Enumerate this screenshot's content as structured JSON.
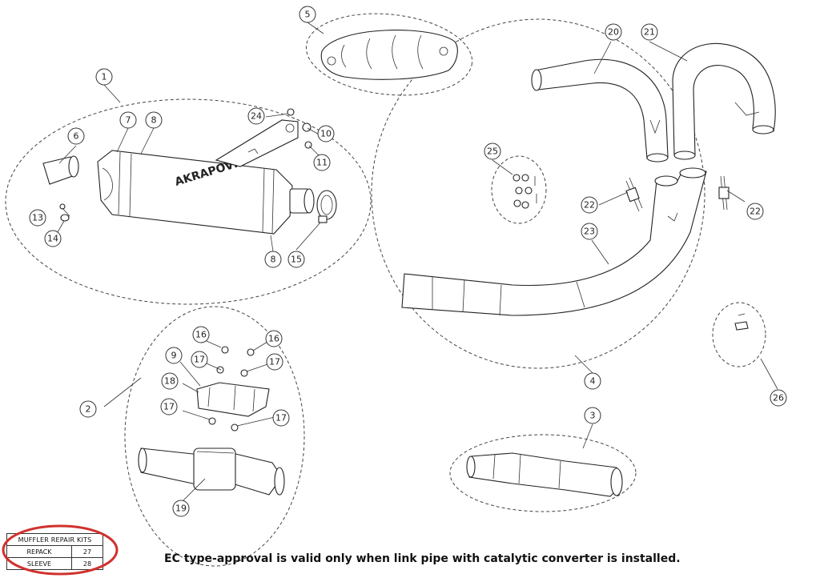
{
  "callouts": {
    "c1": "1",
    "c2": "2",
    "c3": "3",
    "c4": "4",
    "c5": "5",
    "c6": "6",
    "c7": "7",
    "c8a": "8",
    "c8b": "8",
    "c9": "9",
    "c10": "10",
    "c11": "11",
    "c13": "13",
    "c14": "14",
    "c15": "15",
    "c16a": "16",
    "c16b": "16",
    "c17a": "17",
    "c17b": "17",
    "c17c": "17",
    "c17d": "17",
    "c18": "18",
    "c19": "19",
    "c20": "20",
    "c21": "21",
    "c22a": "22",
    "c22b": "22",
    "c23": "23",
    "c24": "24",
    "c25": "25",
    "c26": "26"
  },
  "muffler_brand": "AKRAPOVIC",
  "notice": "EC type-approval is valid only when link pipe with catalytic converter is installed.",
  "repair_kits": {
    "title": "MUFFLER REPAIR KITS",
    "rows": [
      {
        "name": "REPACK",
        "number": "27"
      },
      {
        "name": "SLEEVE",
        "number": "28"
      }
    ]
  },
  "colors": {
    "line": "#222222",
    "highlight": "#d0312d"
  }
}
